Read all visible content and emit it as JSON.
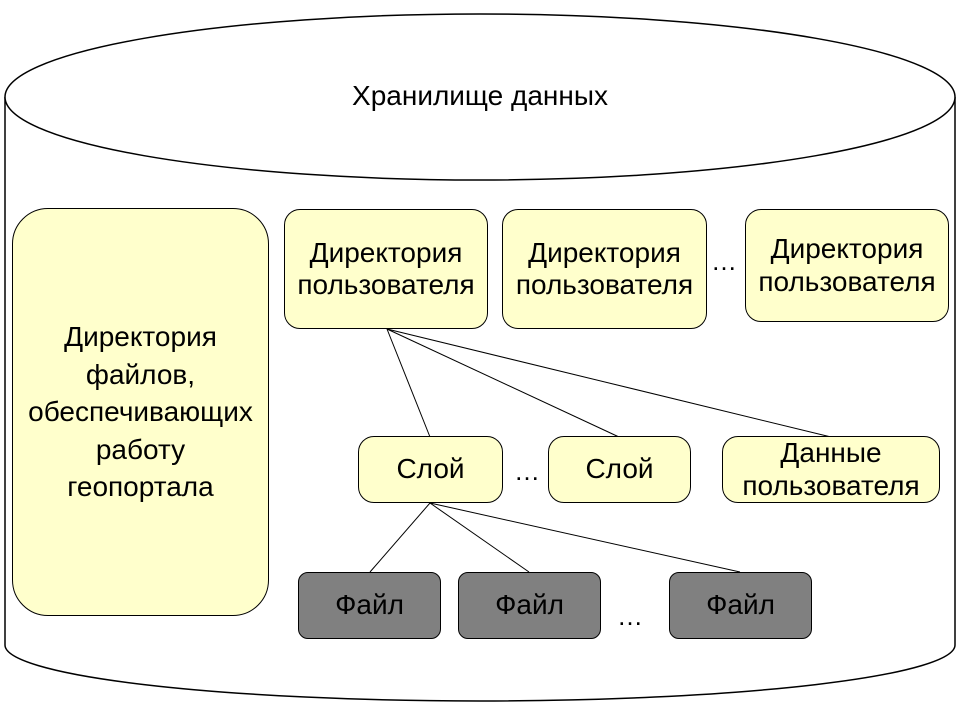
{
  "storage": {
    "title": "Хранилище данных"
  },
  "geoportal_dir": {
    "label": "Директория\nфайлов,\nобеспечивающих\nработу\nгеопортала"
  },
  "user_dirs": [
    {
      "label": "Директория\nпользователя"
    },
    {
      "label": "Директория\nпользователя"
    },
    {
      "label": "Директория\nпользователя"
    }
  ],
  "level2": {
    "layers": [
      {
        "label": "Слой"
      },
      {
        "label": "Слой"
      }
    ],
    "user_data": {
      "label": "Данные\nпользователя"
    }
  },
  "files": [
    {
      "label": "Файл"
    },
    {
      "label": "Файл"
    },
    {
      "label": "Файл"
    }
  ],
  "ellipsis": "…",
  "colors": {
    "light_fill": "#ffffcc",
    "dark_fill": "#808080",
    "stroke": "#000000"
  }
}
